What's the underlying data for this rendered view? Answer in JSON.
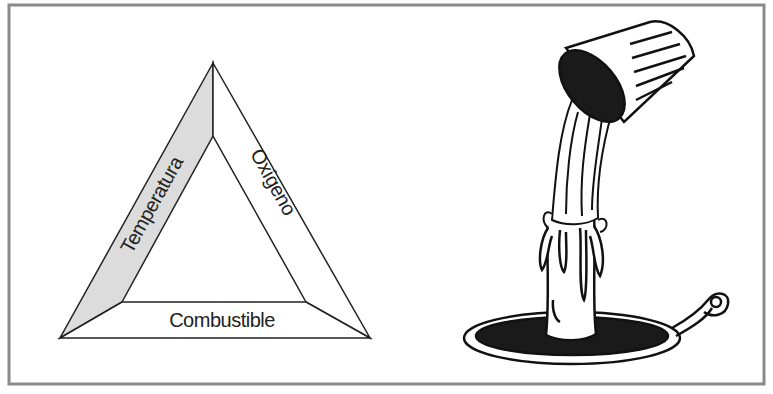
{
  "diagram": {
    "nodes": [
      {
        "text": [
          "Temperatura"
        ]
      },
      {
        "text": [
          "Oxígeno"
        ]
      },
      {
        "text": [
          "Combustible"
        ]
      }
    ]
  }
}
